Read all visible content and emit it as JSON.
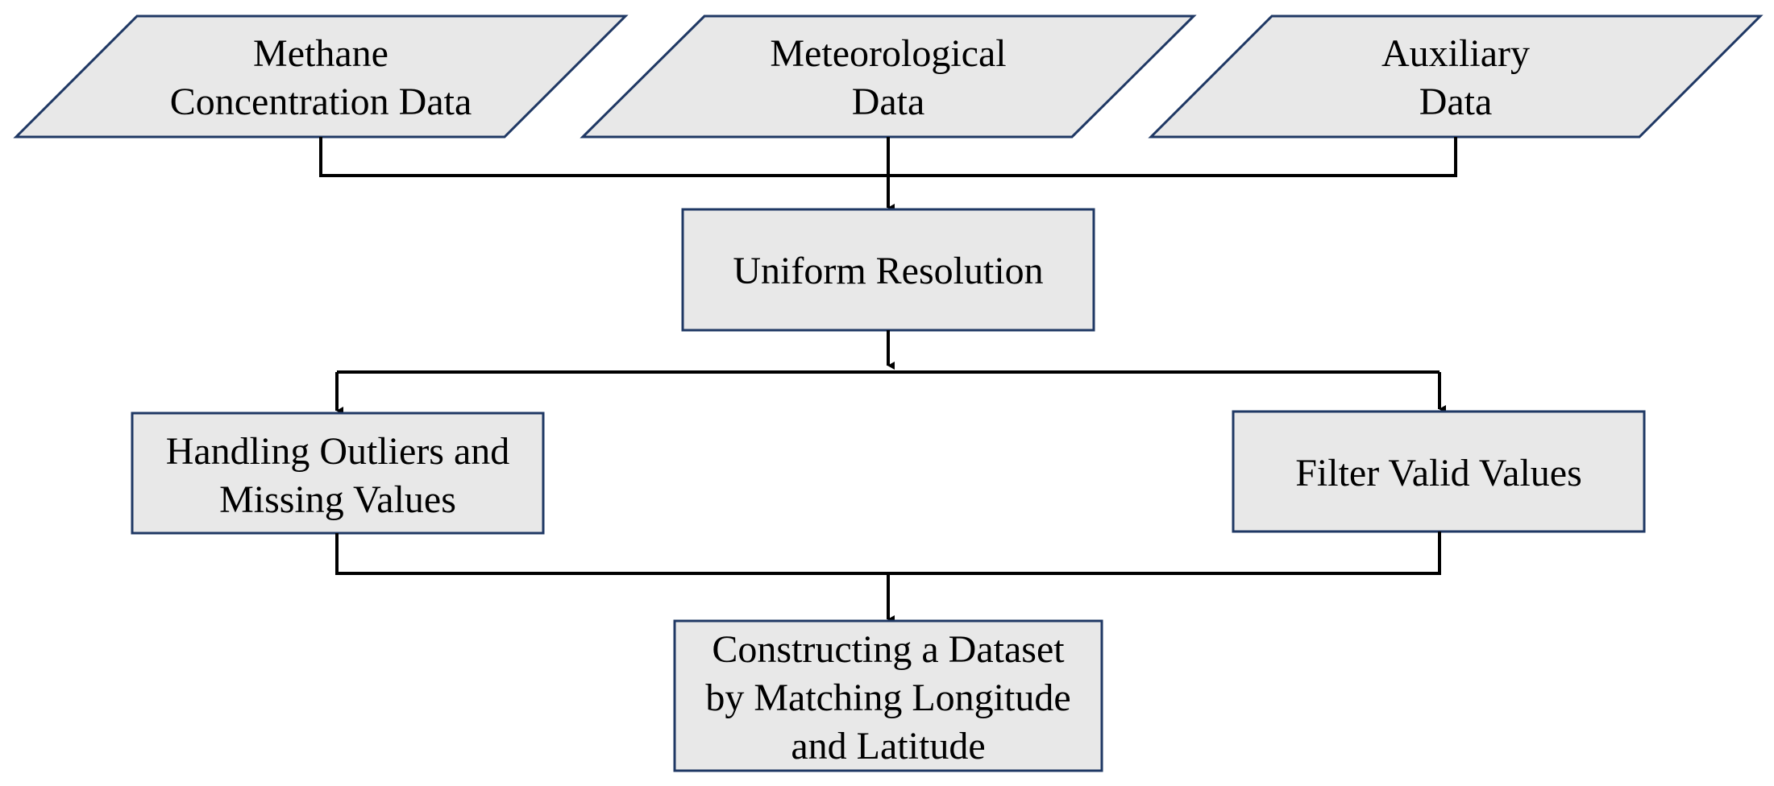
{
  "diagram": {
    "inputs": [
      {
        "line1": "Methane",
        "line2": "Concentration Data"
      },
      {
        "line1": "Meteorological",
        "line2": "Data"
      },
      {
        "line1": "Auxiliary",
        "line2": "Data"
      }
    ],
    "uniform": {
      "line1": "Uniform Resolution"
    },
    "outliers": {
      "line1": "Handling Outliers and",
      "line2": "Missing Values"
    },
    "filter": {
      "line1": "Filter Valid Values"
    },
    "dataset": {
      "line1": "Constructing a Dataset",
      "line2": "by Matching Longitude",
      "line3": "and Latitude"
    }
  },
  "colors": {
    "box_fill": "#e8e8e8",
    "box_border": "#1f3864",
    "connector": "#000000",
    "text": "#000000"
  }
}
